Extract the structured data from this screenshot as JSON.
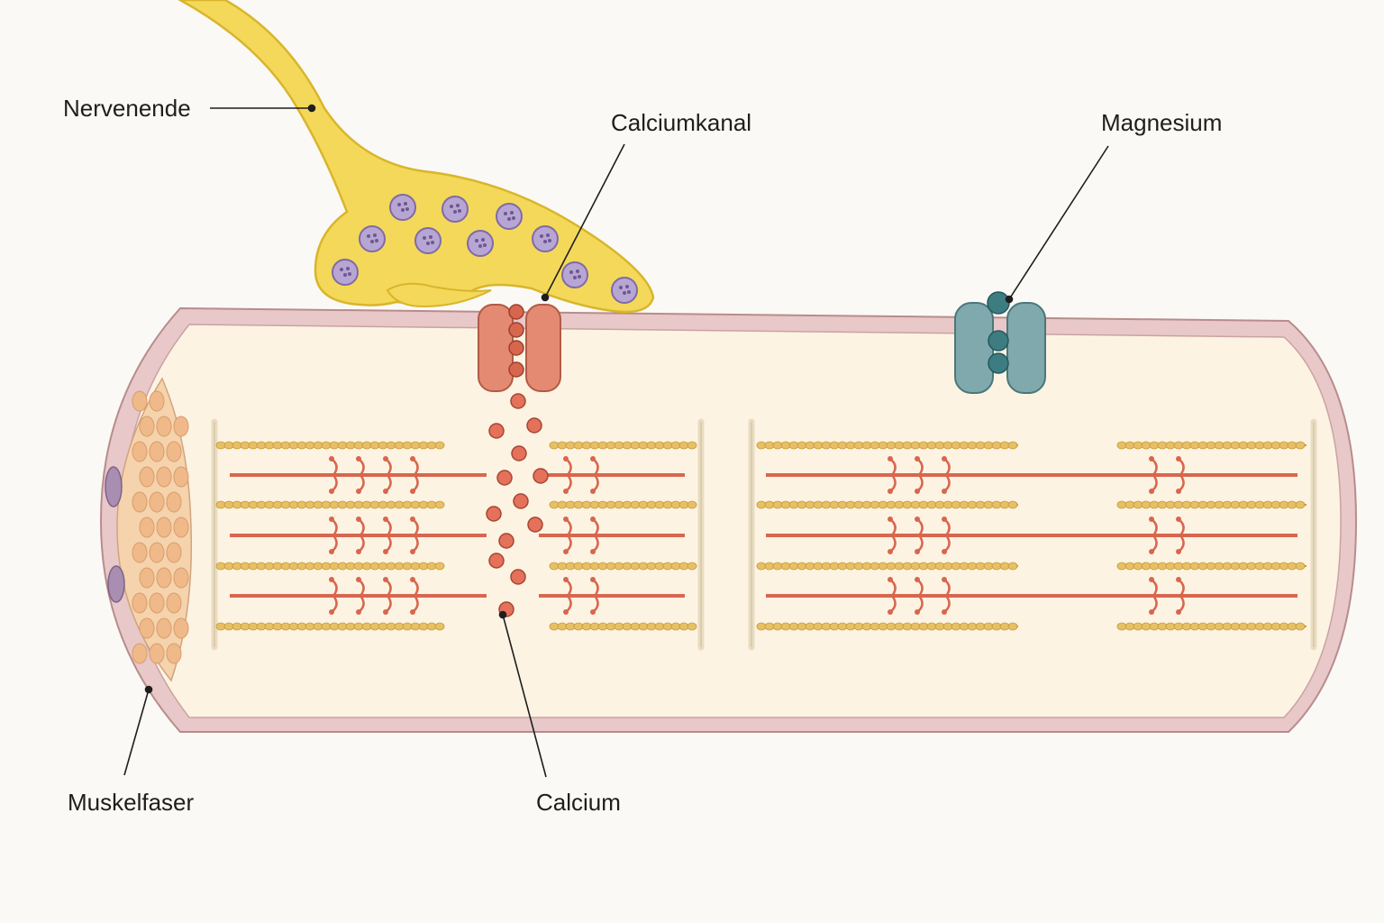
{
  "labels": {
    "nerve_ending": "Nervenende",
    "calcium_channel": "Calciumkanal",
    "magnesium": "Magnesium",
    "muscle_fiber": "Muskelfaser",
    "calcium": "Calcium"
  },
  "colors": {
    "background": "#fbf9f5",
    "nerve": "#f4d85a",
    "nerve_outline": "#d9b52a",
    "vesicle": "#b7a6d3",
    "fiber_fill": "#fdf3e2",
    "membrane": "#e8c8c8",
    "membrane_outline": "#b88c8c",
    "calcium": "#e4715a",
    "calcium_channel": "#e48a72",
    "magnesium_channel": "#7fa9ad",
    "magnesium_ion": "#3d7d82",
    "actin": "#e8c064",
    "myosin": "#d8664f",
    "z_disc": "#e9dcc2",
    "cross_section": "#f3c8a0"
  }
}
